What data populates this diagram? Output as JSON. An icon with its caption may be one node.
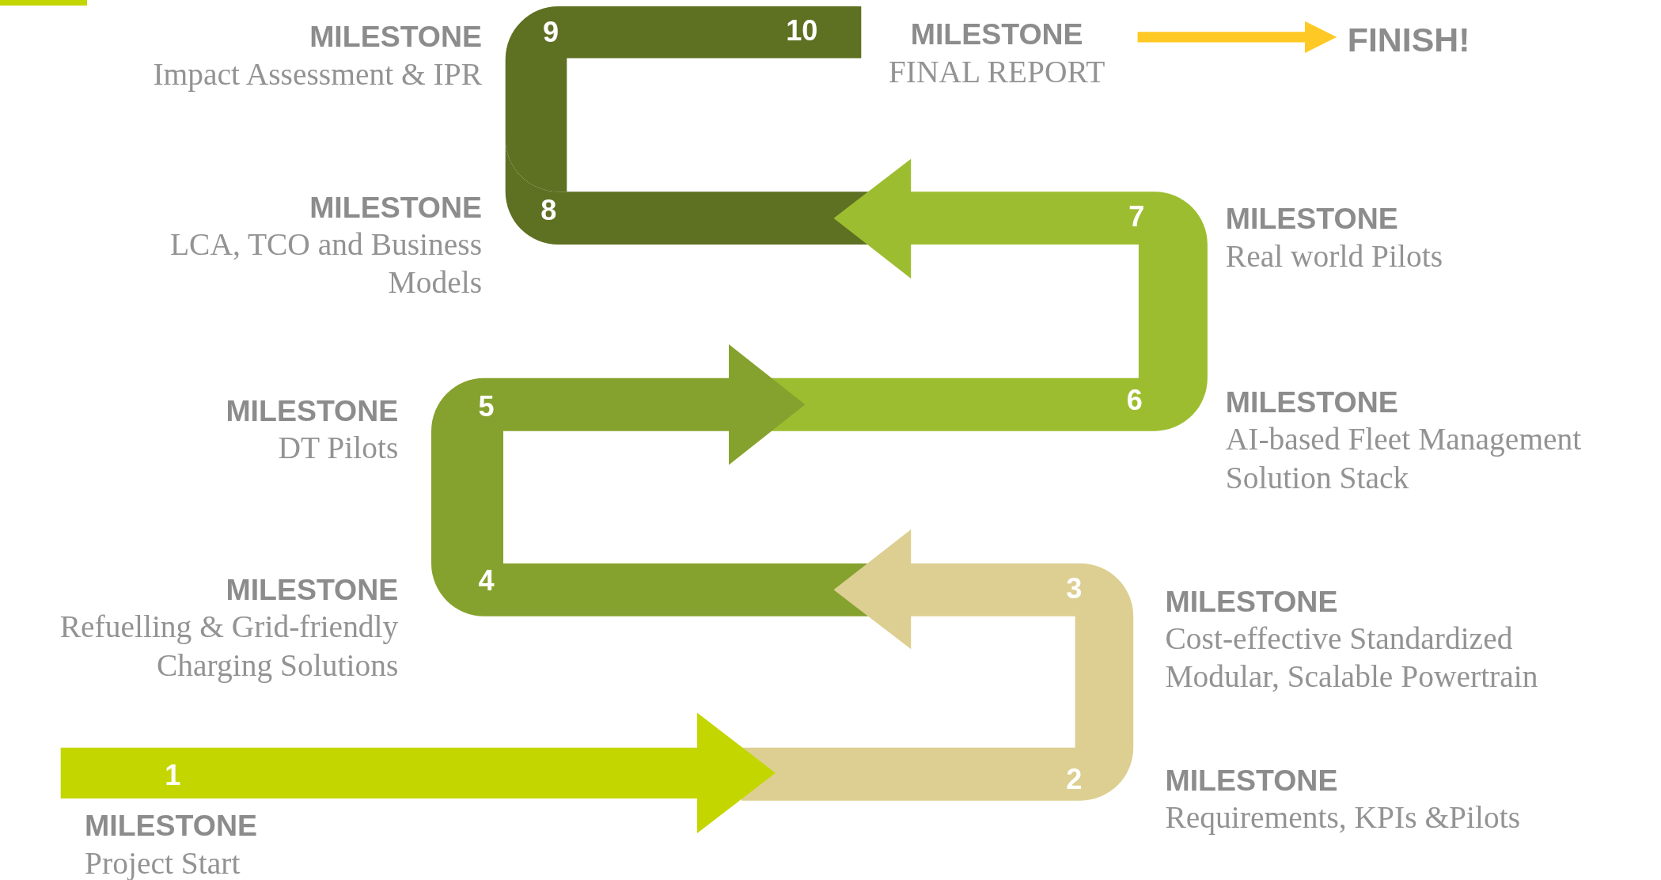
{
  "diagram": {
    "nodes": [
      {
        "text": [
          "MILESTONE",
          "Project Start"
        ]
      },
      {
        "text": [
          "MILESTONE",
          "Requirements, KPIs &Pilots"
        ]
      },
      {
        "text": [
          "MILESTONE",
          "Cost-effective Standardized Modular, Scalable Powertrain"
        ]
      },
      {
        "text": [
          "MILESTONE",
          "Refuelling & Grid-friendly Charging Solutions"
        ]
      },
      {
        "text": [
          "MILESTONE",
          "DT Pilots"
        ]
      },
      {
        "text": [
          "MILESTONE",
          "AI-based Fleet Management Solution Stack"
        ]
      },
      {
        "text": [
          "MILESTONE",
          "Real world Pilots"
        ]
      },
      {
        "text": [
          "MILESTONE",
          "LCA, TCO and Business Models"
        ]
      },
      {
        "text": [
          "MILESTONE",
          "Impact Assessment & IPR"
        ]
      },
      {
        "text": [
          "MILESTONE",
          "FINAL REPORT"
        ]
      },
      {
        "text": [
          "FINISH!"
        ]
      }
    ],
    "edges": [
      {
        "from": 9,
        "to": 10,
        "arrow": "to",
        "color": "#ffc000"
      }
    ],
    "labels": [
      "1",
      "2",
      "3",
      "4",
      "5",
      "6",
      "7",
      "8",
      "9",
      "10"
    ]
  }
}
